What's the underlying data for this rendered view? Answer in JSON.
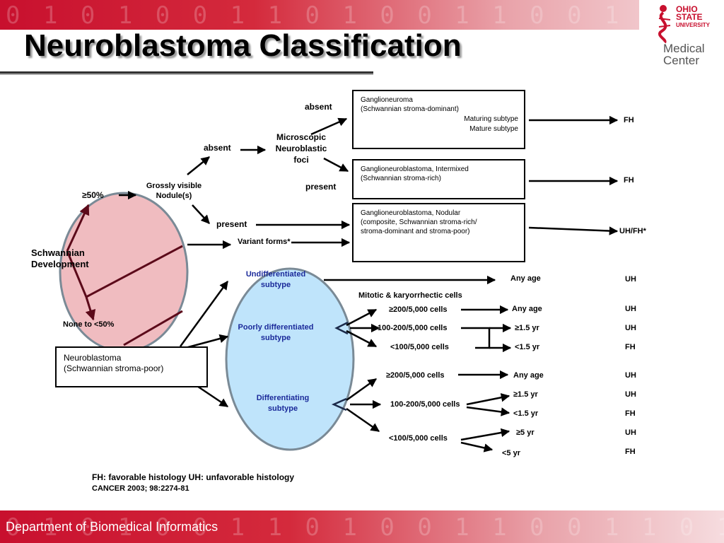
{
  "title": "Neuroblastoma Classification",
  "logo": {
    "line1": "OHIO",
    "line2": "STATE",
    "line3": "UNIVERSITY",
    "med1": "Medical",
    "med2": "Center"
  },
  "banner": {
    "digits": "0 1 0 1 0 0 1 1 0 1 0 0 1 1 0 0 1 1 0 1",
    "department": "Department of Biomedical Informatics"
  },
  "nodes": {
    "schwannian": "Schwannian\nDevelopment",
    "ge50": "≥50%",
    "none50": "None to <50%",
    "grossly": "Grossly visible\nNodule(s)",
    "absent1": "absent",
    "absent2": "absent",
    "microscopic": "Microscopic\nNeuroblastic\nfoci",
    "present1": "present",
    "present2": "present",
    "variant": "Variant forms*",
    "undiff": "Undifferentiated\nsubtype",
    "poorly": "Poorly differentiated\nsubtype",
    "differentiating": "Differentiating\nsubtype",
    "mitotic": "Mitotic & karyorrhectic cells"
  },
  "boxes": {
    "ganglioneuroma": {
      "line1": "Ganglioneuroma",
      "line2": "(Schwannian stroma-dominant)",
      "line3": "Maturing subtype",
      "line4": "Mature subtype"
    },
    "intermixed": {
      "line1": "Ganglioneuroblastoma, Intermixed",
      "line2": "(Schwannian stroma-rich)"
    },
    "nodular": {
      "line1": "Ganglioneuroblastoma, Nodular",
      "line2": "(composite, Schwannian stroma-rich/",
      "line3": "stroma-dominant and stroma-poor)"
    },
    "neuroblastoma": {
      "line1": "Neuroblastoma",
      "line2": "(Schwannian stroma-poor)"
    }
  },
  "outcomes": {
    "fh1": "FH",
    "fh2": "FH",
    "uhfh": "UH/FH*",
    "undiff_age": "Any age",
    "undiff_out": "UH",
    "pd_200": "≥200/5,000 cells",
    "pd_200_age": "Any age",
    "pd_200_out": "UH",
    "pd_100": "100-200/5,000 cells",
    "pd_100_age": "≥1.5 yr",
    "pd_100_out": "UH",
    "pd_lt100": "<100/5,000 cells",
    "pd_lt100_age": "<1.5 yr",
    "pd_lt100_out": "FH",
    "d_200": "≥200/5,000 cells",
    "d_200_age": "Any age",
    "d_200_out": "UH",
    "d_100": "100-200/5,000 cells",
    "d_100_age1": "≥1.5 yr",
    "d_100_out1": "UH",
    "d_100_age2": "<1.5 yr",
    "d_100_out2": "FH",
    "d_lt100": "<100/5,000 cells",
    "d_lt100_age1": "≥5 yr",
    "d_lt100_out1": "UH",
    "d_lt100_age2": "<5 yr",
    "d_lt100_out2": "FH"
  },
  "footer": {
    "legend": "FH: favorable histology UH: unfavorable histology",
    "citation": "CANCER 2003; 98:2274-81"
  },
  "colors": {
    "banner_red": "#c8102e",
    "ellipse_pink": "#f0bcc0",
    "ellipse_blue": "#bfe4fb",
    "ellipse_edge": "#7a8a96",
    "arrow_dark": "#5c0a1a"
  }
}
